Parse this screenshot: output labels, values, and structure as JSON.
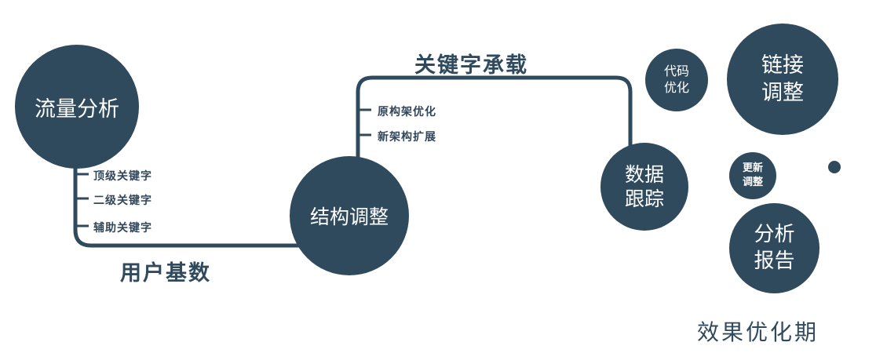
{
  "colors": {
    "primary": "#2f4a5d",
    "text_on_dark": "#ffffff"
  },
  "nodes": {
    "traffic_analysis": {
      "label": "流量分析"
    },
    "structure_adjust": {
      "label": "结构调整"
    },
    "data_tracking": {
      "lines": [
        "数据",
        "跟踪"
      ]
    },
    "code_optimize": {
      "lines": [
        "代码",
        "优化"
      ]
    },
    "link_adjust": {
      "lines": [
        "链接",
        "调整"
      ]
    },
    "update_adjust": {
      "lines": [
        "更新",
        "调整"
      ]
    },
    "analysis_report": {
      "lines": [
        "分析",
        "报告"
      ]
    }
  },
  "edge_labels": {
    "user_base": "用户基数",
    "keyword_carry": "关键字承载"
  },
  "branches": {
    "traffic": [
      "顶级关键字",
      "二级关键字",
      "辅助关键字"
    ],
    "structure": [
      "原构架优化",
      "新架构扩展"
    ]
  },
  "caption": "效果优化期"
}
